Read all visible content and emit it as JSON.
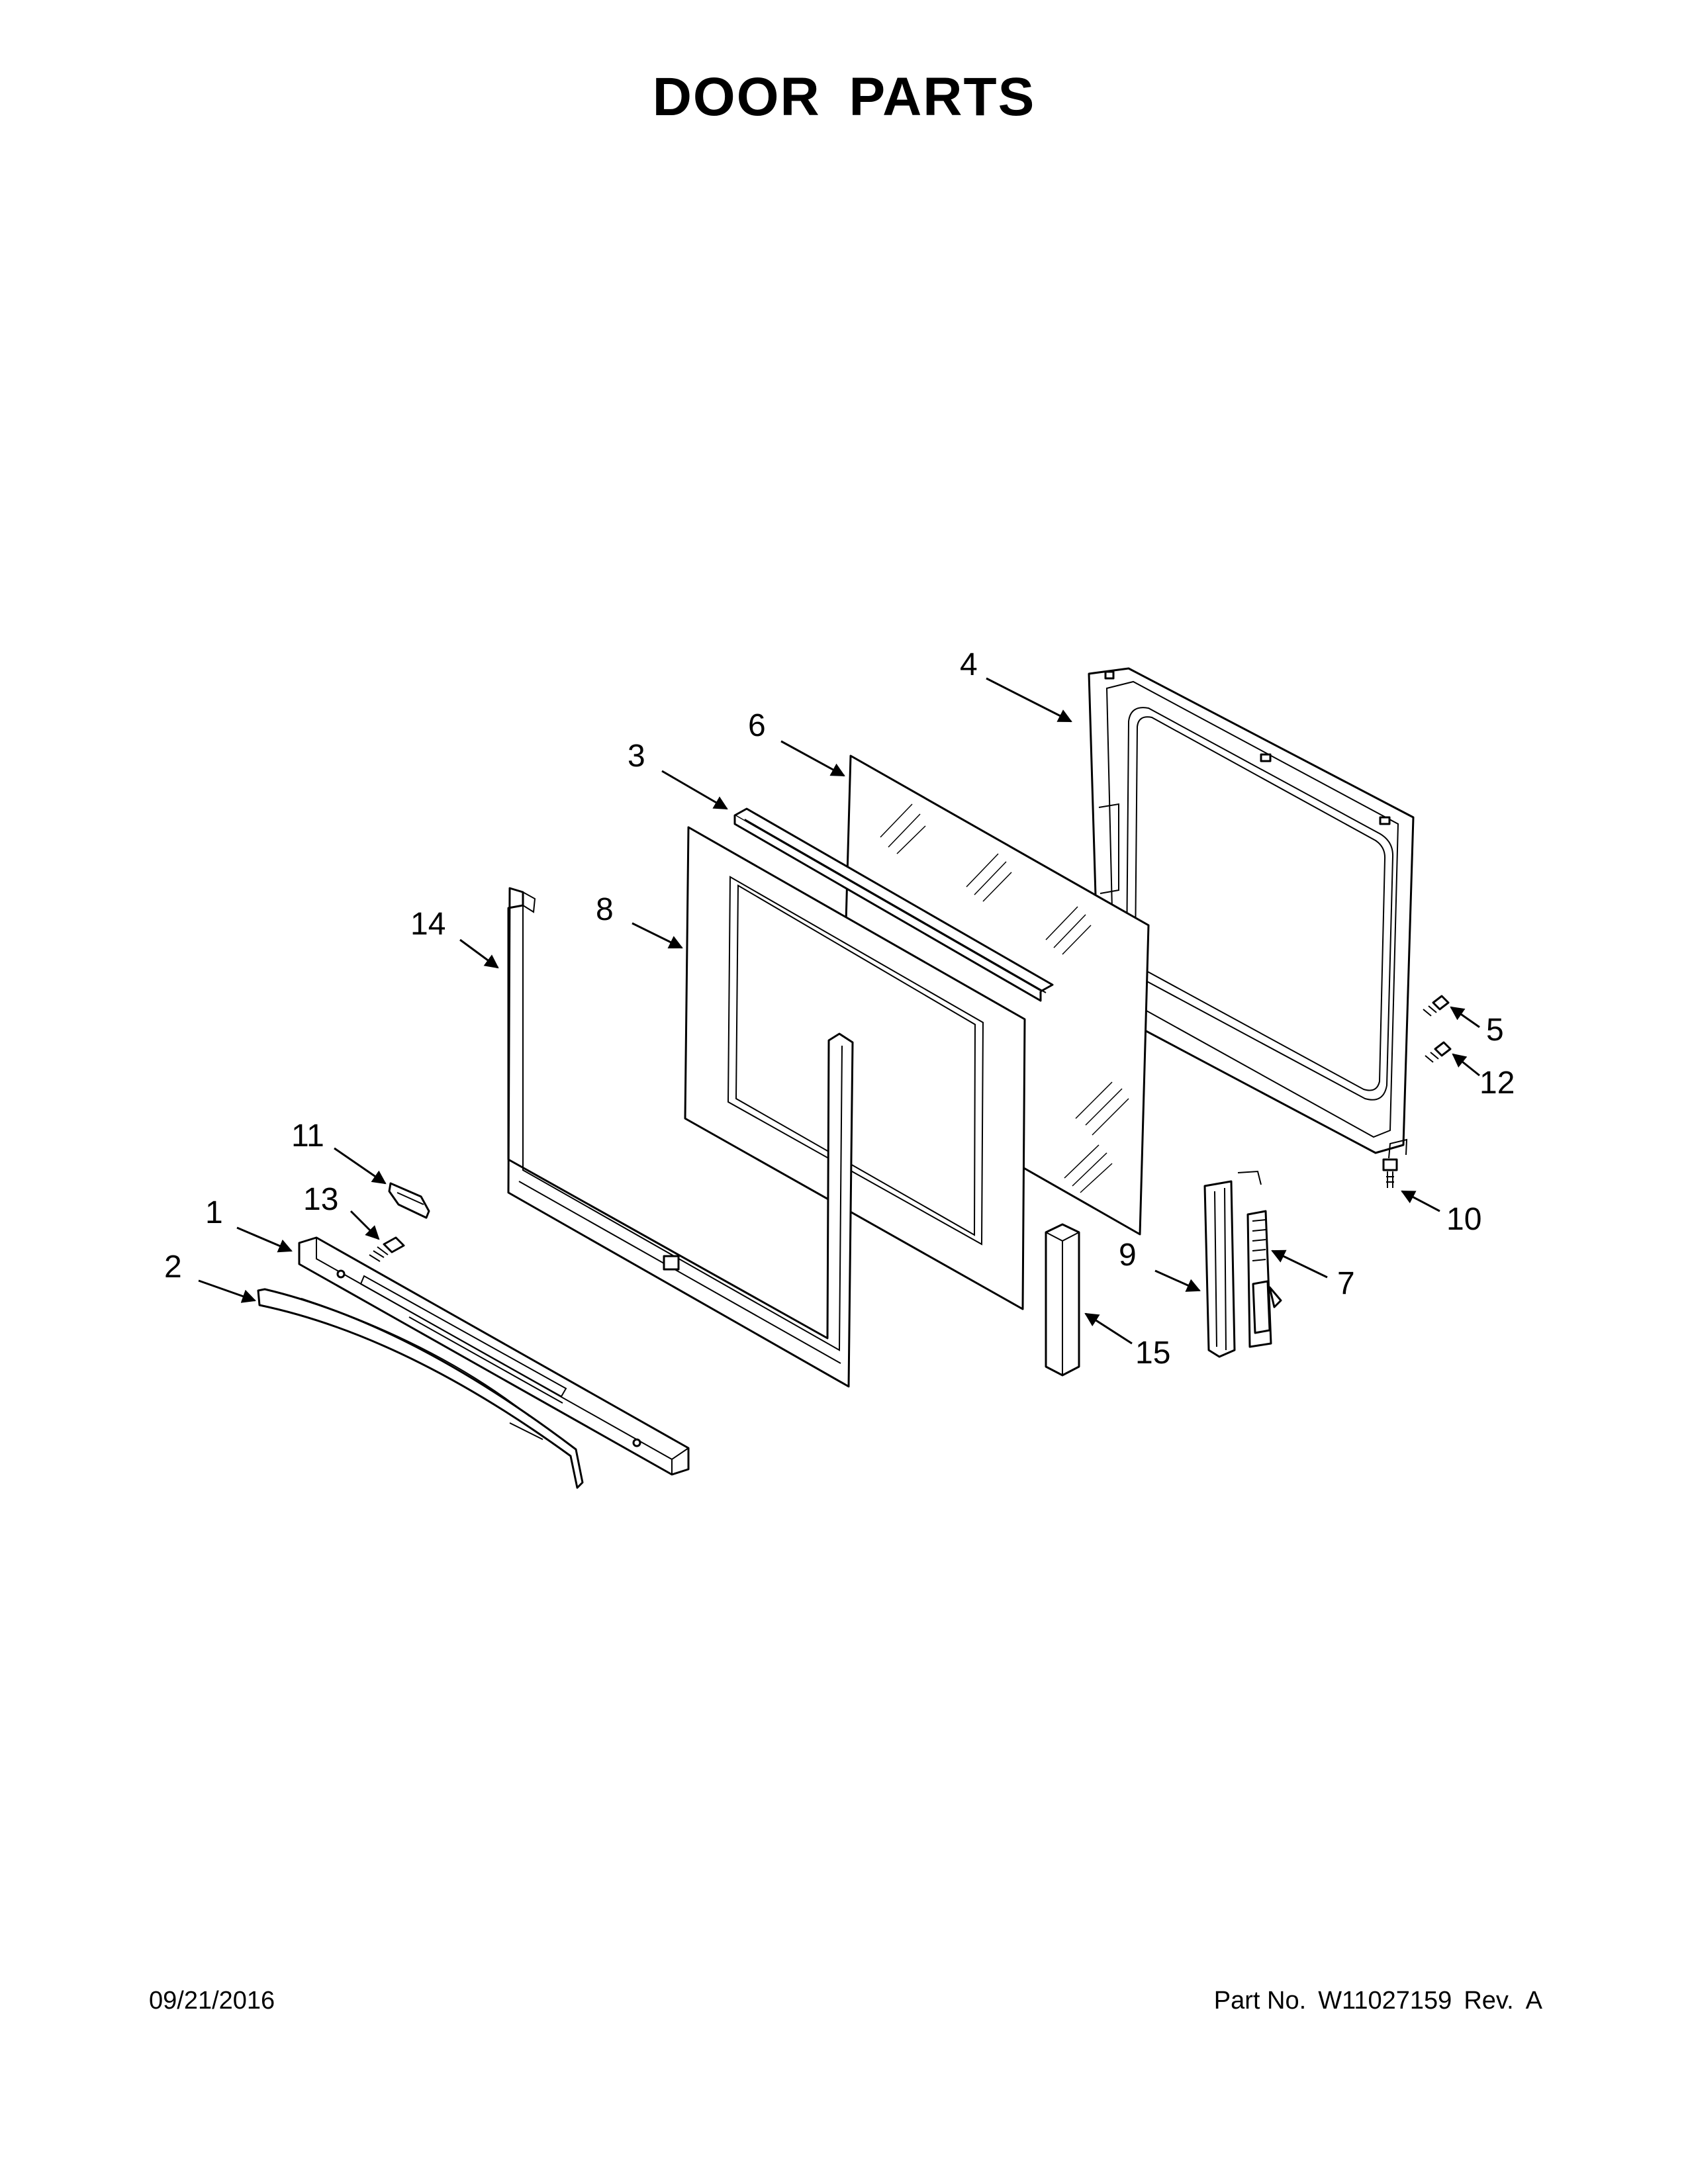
{
  "title": "DOOR PARTS",
  "footer": {
    "date": "09/21/2016",
    "part_no_label": "Part No.",
    "part_no": "W11027159",
    "rev_label": "Rev.",
    "rev": "A"
  },
  "callouts": {
    "c1": "1",
    "c2": "2",
    "c3": "3",
    "c4": "4",
    "c5": "5",
    "c6": "6",
    "c7": "7",
    "c8": "8",
    "c9": "9",
    "c10": "10",
    "c11": "11",
    "c12": "12",
    "c13": "13",
    "c14": "14",
    "c15": "15"
  }
}
